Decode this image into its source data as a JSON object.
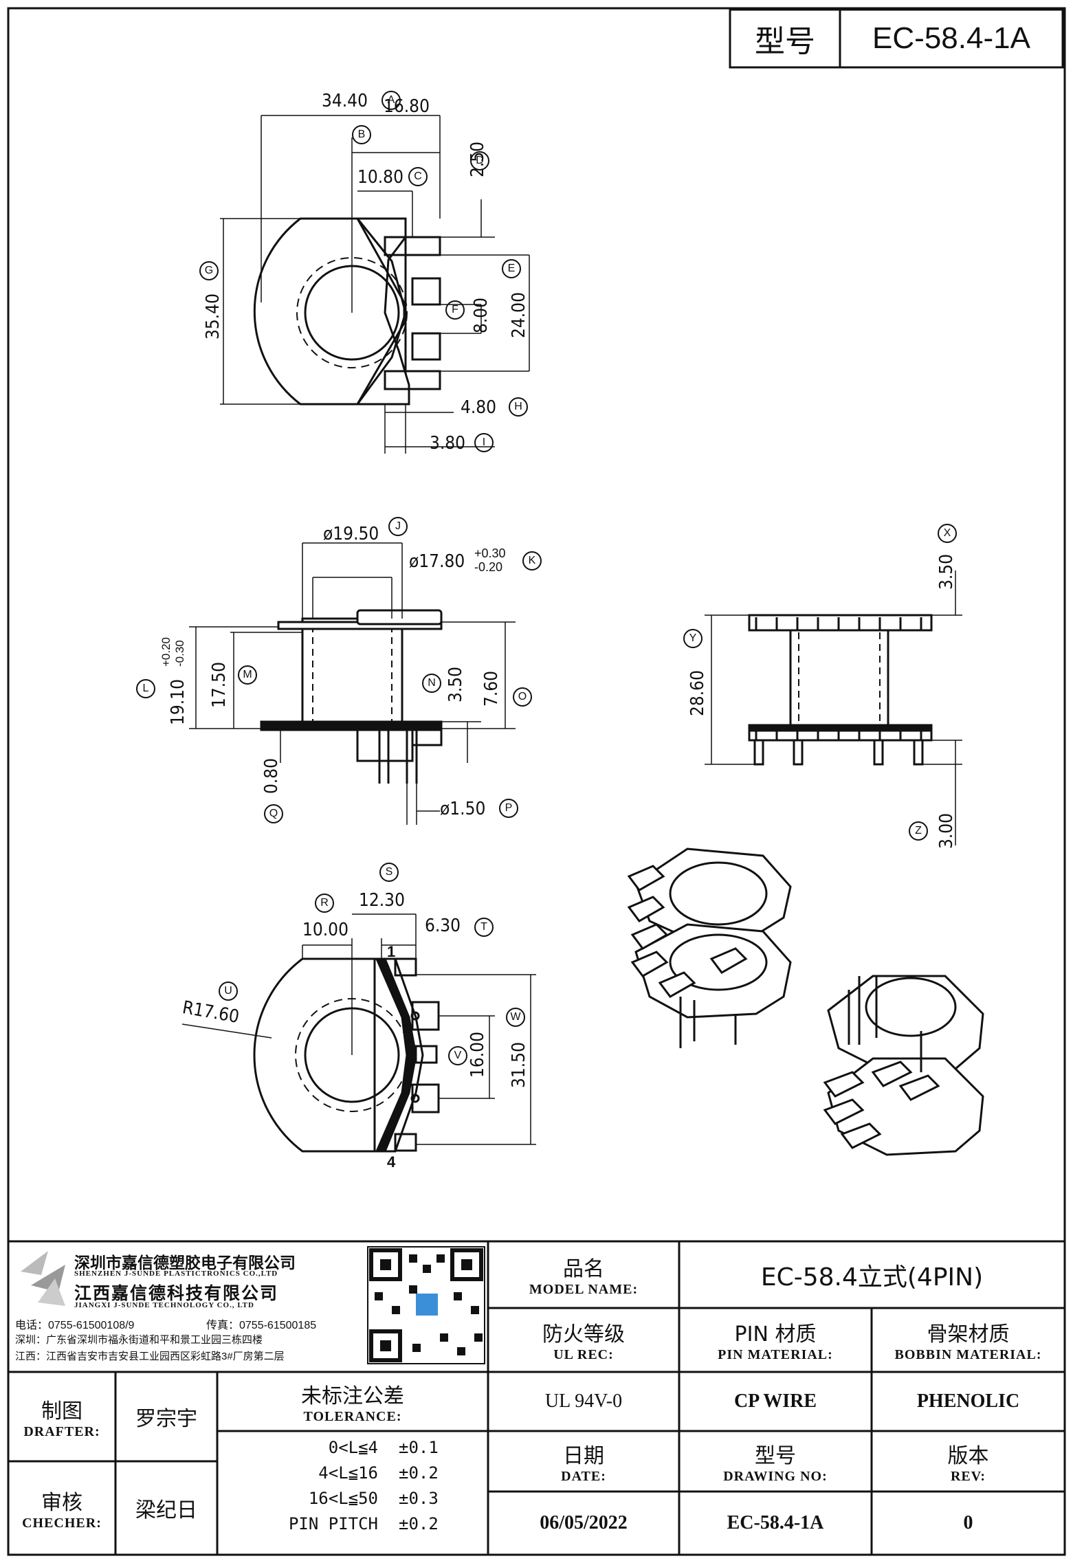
{
  "header": {
    "model_label": "型号",
    "model_value": "EC-58.4-1A"
  },
  "top_view": {
    "dims": [
      {
        "value": "34.40",
        "tag": "A"
      },
      {
        "value": "16.80",
        "tag": "B"
      },
      {
        "value": "10.80",
        "tag": "C"
      },
      {
        "value": "2.50",
        "tag": "D"
      },
      {
        "value": "24.00",
        "tag": "E"
      },
      {
        "value": "8.00",
        "tag": "F"
      },
      {
        "value": "35.40",
        "tag": "G"
      },
      {
        "value": "4.80",
        "tag": "H"
      },
      {
        "value": "3.80",
        "tag": "I"
      }
    ]
  },
  "side_view": {
    "dims": [
      {
        "value": "ø19.50",
        "tag": "J"
      },
      {
        "value": "ø17.80",
        "tag": "K",
        "tol_plus": "+0.30",
        "tol_minus": "-0.20"
      },
      {
        "value": "19.10",
        "tag": "L",
        "tol_plus": "+0.20",
        "tol_minus": "-0.30"
      },
      {
        "value": "17.50",
        "tag": "M"
      },
      {
        "value": "3.50",
        "tag": "N"
      },
      {
        "value": "7.60",
        "tag": "O"
      },
      {
        "value": "ø1.50",
        "tag": "P"
      },
      {
        "value": "0.80",
        "tag": "Q"
      }
    ]
  },
  "front_view": {
    "dims": [
      {
        "value": "3.50",
        "tag": "X"
      },
      {
        "value": "28.60",
        "tag": "Y"
      },
      {
        "value": "3.00",
        "tag": "Z"
      }
    ]
  },
  "bottom_view": {
    "dims": [
      {
        "value": "10.00",
        "tag": "R"
      },
      {
        "value": "12.30",
        "tag": "S"
      },
      {
        "value": "6.30",
        "tag": "T"
      },
      {
        "value": "R17.60",
        "tag": "U"
      },
      {
        "value": "16.00",
        "tag": "V"
      },
      {
        "value": "31.50",
        "tag": "W"
      }
    ],
    "pin_labels": [
      "1",
      "4"
    ]
  },
  "company": {
    "name_cn1": "深圳市嘉信德塑胶电子有限公司",
    "name_en1": "SHENZHEN J-SUNDE PLASTICTRONICS CO.,LTD",
    "name_cn2": "江西嘉信德科技有限公司",
    "name_en2": "JIANGXI J-SUNDE TECHNOLOGY CO., LTD",
    "phone": "电话：0755-61500108/9",
    "fax": "传真：0755-61500185",
    "addr_sz": "深圳：广东省深圳市福永街道和平和景工业园三栋四楼",
    "addr_jx": "江西：江西省吉安市吉安县工业园西区彩虹路3#厂房第二层"
  },
  "title_block": {
    "model_name_cn": "品名",
    "model_name_en": "MODEL NAME:",
    "model_name_value": "EC-58.4立式(4PIN)",
    "ul_cn": "防火等级",
    "ul_en": "UL REC:",
    "ul_value": "UL 94V-0",
    "pin_cn": "PIN 材质",
    "pin_en": "PIN MATERIAL:",
    "pin_value": "CP WIRE",
    "bobbin_cn": "骨架材质",
    "bobbin_en": "BOBBIN MATERIAL:",
    "bobbin_value": "PHENOLIC",
    "drafter_cn": "制图",
    "drafter_en": "DRAFTER:",
    "drafter_value": "罗宗宇",
    "checker_cn": "审核",
    "checker_en": "CHECHER:",
    "checker_value": "梁纪日",
    "tolerance_cn": "未标注公差",
    "tolerance_en": "TOLERANCE:",
    "tolerances": [
      {
        "range": "0<L≦4",
        "value": "±0.1"
      },
      {
        "range": "4<L≦16",
        "value": "±0.2"
      },
      {
        "range": "16<L≦50",
        "value": "±0.3"
      },
      {
        "range": "PIN PITCH",
        "value": "±0.2"
      }
    ],
    "date_cn": "日期",
    "date_en": "DATE:",
    "date_value": "06/05/2022",
    "drawing_cn": "型号",
    "drawing_en": "DRAWING NO:",
    "drawing_value": "EC-58.4-1A",
    "rev_cn": "版本",
    "rev_en": "REV:",
    "rev_value": "0"
  }
}
